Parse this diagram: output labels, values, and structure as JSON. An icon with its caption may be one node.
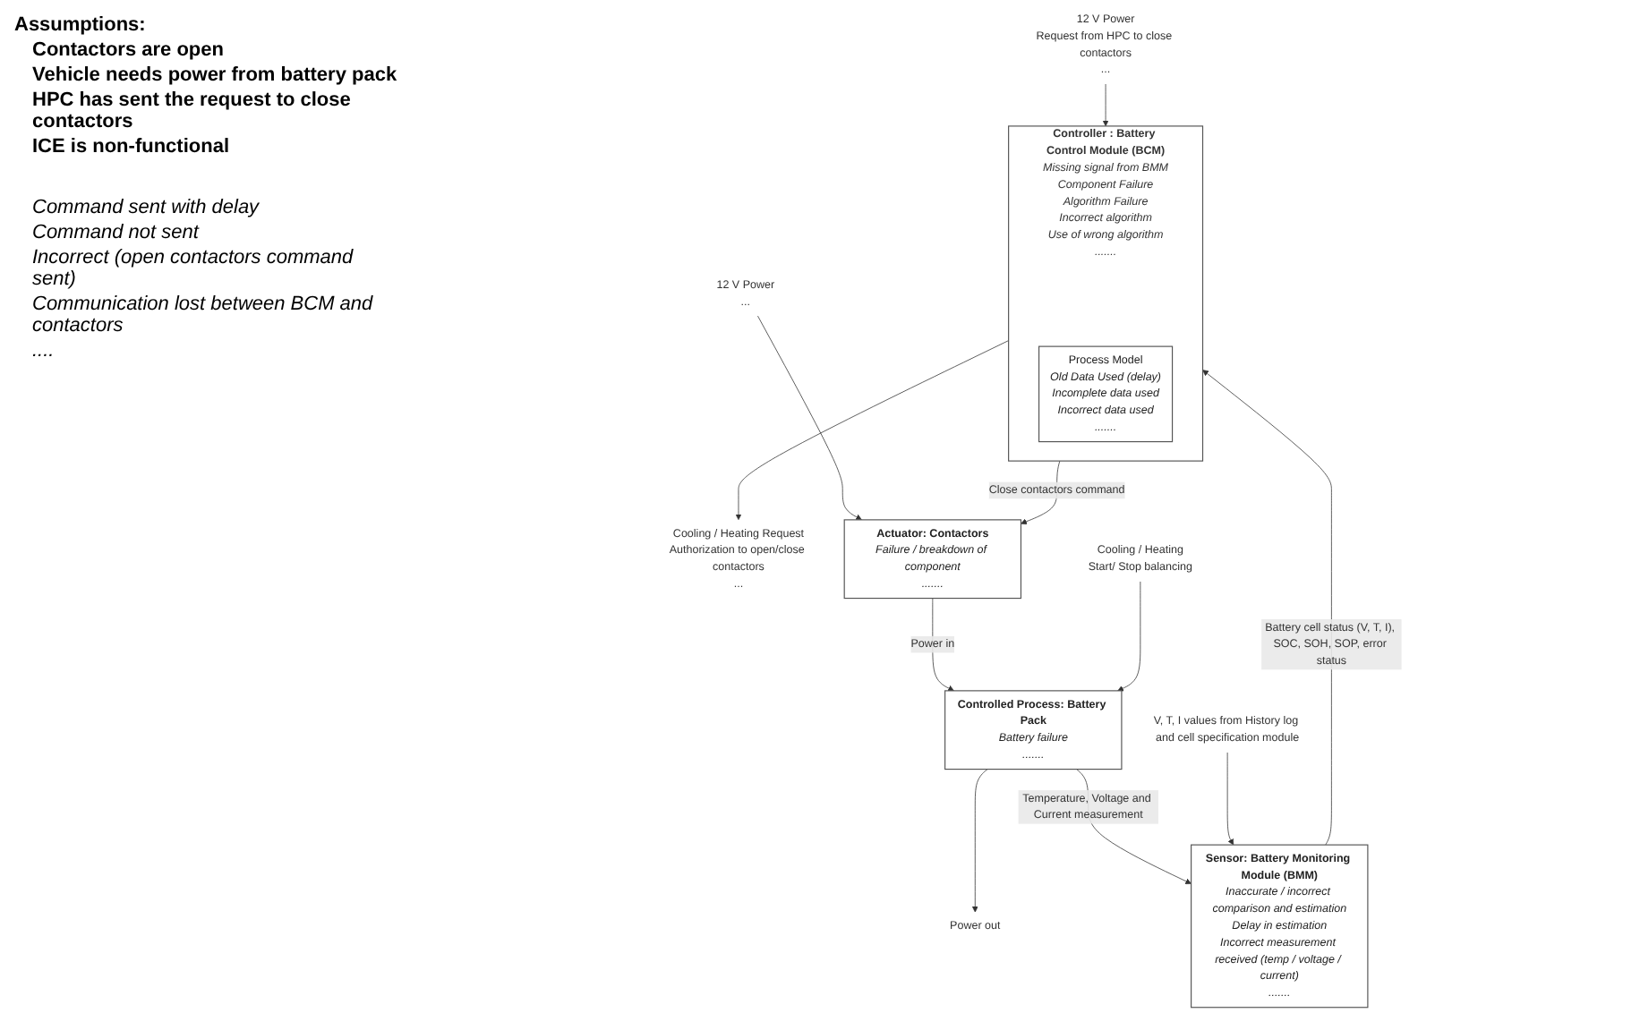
{
  "diagram": {
    "nodes": [
      {
        "text": [
          "Controller : Battery Control Module (BCM)",
          "Missing signal from BMM",
          "Component Failure",
          "Algorithm Failure",
          "Incorrect algorithm",
          "Use of wrong algorithm",
          "......."
        ]
      },
      {
        "text": [
          "Process Model",
          "Old Data Used (delay)",
          "Incomplete data used",
          "Incorrect data used",
          "......."
        ],
        "in": 0
      },
      {
        "text": [
          "12 V Power",
          "Request from HPC to close contactors",
          "..."
        ]
      },
      {
        "text": [
          "Cooling / Heating Request",
          "Authorization to open/close contactors",
          "..."
        ]
      },
      {
        "text": [
          "Actuator: Contactors",
          "Failure / breakdown of component",
          "......."
        ]
      },
      {
        "text": [
          "12 V Power",
          "..."
        ]
      },
      {
        "text": [
          "Controlled Process: Battery Pack",
          "Battery failure",
          "......."
        ]
      },
      {
        "text": [
          "Cooling / Heating",
          "Start/ Stop balancing"
        ]
      },
      {
        "text": [
          "Power out"
        ]
      },
      {
        "text": [
          "Sensor: Battery Monitoring Module (BMM)",
          "Inaccurate / incorrect comparison and estimation",
          "Delay in estimation",
          "Incorrect measurement received (temp / voltage / current)",
          "......."
        ]
      },
      {
        "text": [
          "V, T, I values from History log and cell specification module"
        ]
      }
    ],
    "edges": [
      {
        "from": 2,
        "to": 0,
        "arrow": "to"
      },
      {
        "from": 0,
        "to": 3,
        "arrow": "to"
      },
      {
        "from": 0,
        "to": 4,
        "arrow": "to",
        "label": "Close contactors command"
      },
      {
        "from": 5,
        "to": 4,
        "arrow": "to"
      },
      {
        "from": 4,
        "to": 6,
        "arrow": "to",
        "label": "Power in"
      },
      {
        "from": 7,
        "to": 6,
        "arrow": "to"
      },
      {
        "from": 6,
        "to": 8,
        "arrow": "to"
      },
      {
        "from": 6,
        "to": 9,
        "arrow": "to",
        "label": "Temperature, Voltage and Current measurement"
      },
      {
        "from": 9,
        "to": 0,
        "arrow": "to",
        "label": "Battery cell status (V, T, I), SOC, SOH, SOP, error status"
      },
      {
        "from": 10,
        "to": 9,
        "arrow": "to"
      }
    ],
    "labels": [
      "Assumptions:",
      "Contactors are open",
      "Vehicle needs power from battery pack",
      "HPC has sent the request to close contactors",
      "ICE is non-functional",
      "Command sent with delay",
      "Command not sent",
      "Incorrect (open contactors command sent)",
      "Communication lost between BCM and contactors",
      "...."
    ]
  }
}
